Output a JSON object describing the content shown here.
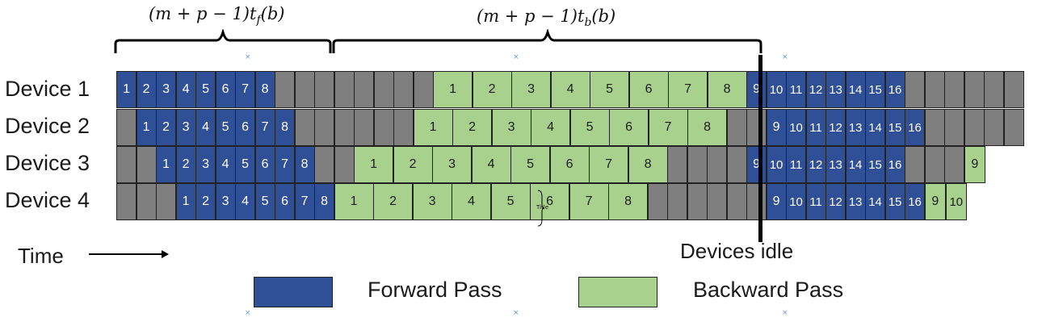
{
  "forward_label": "(m + p − 1)t",
  "forward_sub": "f",
  "forward_tail": "(b)",
  "backward_label": "(m + p − 1)t",
  "backward_sub": "b",
  "backward_tail": "(b)",
  "devices": [
    {
      "label": "Device 1",
      "cells": [
        {
          "t": "f",
          "n": "1"
        },
        {
          "t": "f",
          "n": "2"
        },
        {
          "t": "f",
          "n": "3"
        },
        {
          "t": "f",
          "n": "4"
        },
        {
          "t": "f",
          "n": "5"
        },
        {
          "t": "f",
          "n": "6"
        },
        {
          "t": "f",
          "n": "7"
        },
        {
          "t": "f",
          "n": "8"
        },
        {
          "t": "i",
          "n": ""
        },
        {
          "t": "i",
          "n": ""
        },
        {
          "t": "i",
          "n": ""
        },
        {
          "t": "i",
          "n": ""
        },
        {
          "t": "i",
          "n": ""
        },
        {
          "t": "i",
          "n": ""
        },
        {
          "t": "i",
          "n": ""
        },
        {
          "t": "i",
          "n": ""
        },
        {
          "t": "b",
          "n": "1"
        },
        {
          "t": "b",
          "n": "2"
        },
        {
          "t": "b",
          "n": "3"
        },
        {
          "t": "b",
          "n": "4"
        },
        {
          "t": "b",
          "n": "5"
        },
        {
          "t": "b",
          "n": "6"
        },
        {
          "t": "b",
          "n": "7"
        },
        {
          "t": "b",
          "n": "8"
        },
        {
          "t": "f",
          "n": "9"
        },
        {
          "t": "f",
          "n": "10"
        },
        {
          "t": "f",
          "n": "11"
        },
        {
          "t": "f",
          "n": "12"
        },
        {
          "t": "f",
          "n": "13"
        },
        {
          "t": "f",
          "n": "14"
        },
        {
          "t": "f",
          "n": "15"
        },
        {
          "t": "f",
          "n": "16"
        },
        {
          "t": "i",
          "n": ""
        },
        {
          "t": "i",
          "n": ""
        },
        {
          "t": "i",
          "n": ""
        },
        {
          "t": "i",
          "n": ""
        },
        {
          "t": "i",
          "n": ""
        },
        {
          "t": "i",
          "n": ""
        }
      ]
    },
    {
      "label": "Device 2",
      "cells": [
        {
          "t": "i",
          "n": ""
        },
        {
          "t": "f",
          "n": "1"
        },
        {
          "t": "f",
          "n": "2"
        },
        {
          "t": "f",
          "n": "3"
        },
        {
          "t": "f",
          "n": "4"
        },
        {
          "t": "f",
          "n": "5"
        },
        {
          "t": "f",
          "n": "6"
        },
        {
          "t": "f",
          "n": "7"
        },
        {
          "t": "f",
          "n": "8"
        },
        {
          "t": "i",
          "n": ""
        },
        {
          "t": "i",
          "n": ""
        },
        {
          "t": "i",
          "n": ""
        },
        {
          "t": "i",
          "n": ""
        },
        {
          "t": "i",
          "n": ""
        },
        {
          "t": "i",
          "n": ""
        },
        {
          "t": "b",
          "n": "1"
        },
        {
          "t": "b",
          "n": "2"
        },
        {
          "t": "b",
          "n": "3"
        },
        {
          "t": "b",
          "n": "4"
        },
        {
          "t": "b",
          "n": "5"
        },
        {
          "t": "b",
          "n": "6"
        },
        {
          "t": "b",
          "n": "7"
        },
        {
          "t": "b",
          "n": "8"
        },
        {
          "t": "i",
          "n": ""
        },
        {
          "t": "i",
          "n": ""
        },
        {
          "t": "f",
          "n": "9"
        },
        {
          "t": "f",
          "n": "10"
        },
        {
          "t": "f",
          "n": "11"
        },
        {
          "t": "f",
          "n": "12"
        },
        {
          "t": "f",
          "n": "13"
        },
        {
          "t": "f",
          "n": "14"
        },
        {
          "t": "f",
          "n": "15"
        },
        {
          "t": "f",
          "n": "16"
        },
        {
          "t": "i",
          "n": ""
        },
        {
          "t": "i",
          "n": ""
        },
        {
          "t": "i",
          "n": ""
        },
        {
          "t": "i",
          "n": ""
        },
        {
          "t": "i",
          "n": ""
        }
      ]
    },
    {
      "label": "Device 3",
      "cells": [
        {
          "t": "i",
          "n": ""
        },
        {
          "t": "i",
          "n": ""
        },
        {
          "t": "f",
          "n": "1"
        },
        {
          "t": "f",
          "n": "2"
        },
        {
          "t": "f",
          "n": "3"
        },
        {
          "t": "f",
          "n": "4"
        },
        {
          "t": "f",
          "n": "5"
        },
        {
          "t": "f",
          "n": "6"
        },
        {
          "t": "f",
          "n": "7"
        },
        {
          "t": "f",
          "n": "8"
        },
        {
          "t": "i",
          "n": ""
        },
        {
          "t": "i",
          "n": ""
        },
        {
          "t": "b",
          "n": "1"
        },
        {
          "t": "b",
          "n": "2"
        },
        {
          "t": "b",
          "n": "3"
        },
        {
          "t": "b",
          "n": "4"
        },
        {
          "t": "b",
          "n": "5"
        },
        {
          "t": "b",
          "n": "6"
        },
        {
          "t": "b",
          "n": "7"
        },
        {
          "t": "b",
          "n": "8"
        },
        {
          "t": "i",
          "n": ""
        },
        {
          "t": "i",
          "n": ""
        },
        {
          "t": "i",
          "n": ""
        },
        {
          "t": "i",
          "n": ""
        },
        {
          "t": "f",
          "n": "9"
        },
        {
          "t": "f",
          "n": "10"
        },
        {
          "t": "f",
          "n": "11"
        },
        {
          "t": "f",
          "n": "12"
        },
        {
          "t": "f",
          "n": "13"
        },
        {
          "t": "f",
          "n": "14"
        },
        {
          "t": "f",
          "n": "15"
        },
        {
          "t": "f",
          "n": "16"
        },
        {
          "t": "i",
          "n": ""
        },
        {
          "t": "i",
          "n": ""
        },
        {
          "t": "i",
          "n": ""
        },
        {
          "t": "b",
          "n": "9"
        }
      ]
    },
    {
      "label": "Device 4",
      "cells": [
        {
          "t": "i",
          "n": ""
        },
        {
          "t": "i",
          "n": ""
        },
        {
          "t": "i",
          "n": ""
        },
        {
          "t": "f",
          "n": "1"
        },
        {
          "t": "f",
          "n": "2"
        },
        {
          "t": "f",
          "n": "3"
        },
        {
          "t": "f",
          "n": "4"
        },
        {
          "t": "f",
          "n": "5"
        },
        {
          "t": "f",
          "n": "6"
        },
        {
          "t": "f",
          "n": "7"
        },
        {
          "t": "f",
          "n": "8"
        },
        {
          "t": "b",
          "n": "1"
        },
        {
          "t": "b",
          "n": "2"
        },
        {
          "t": "b",
          "n": "3"
        },
        {
          "t": "b",
          "n": "4"
        },
        {
          "t": "b",
          "n": "5"
        },
        {
          "t": "b",
          "n": "6"
        },
        {
          "t": "b",
          "n": "7"
        },
        {
          "t": "b",
          "n": "8"
        },
        {
          "t": "i",
          "n": ""
        },
        {
          "t": "i",
          "n": ""
        },
        {
          "t": "i",
          "n": ""
        },
        {
          "t": "i",
          "n": ""
        },
        {
          "t": "i",
          "n": ""
        },
        {
          "t": "i",
          "n": ""
        },
        {
          "t": "f",
          "n": "9"
        },
        {
          "t": "f",
          "n": "10"
        },
        {
          "t": "f",
          "n": "11"
        },
        {
          "t": "f",
          "n": "12"
        },
        {
          "t": "f",
          "n": "13"
        },
        {
          "t": "f",
          "n": "14"
        },
        {
          "t": "f",
          "n": "15"
        },
        {
          "t": "f",
          "n": "16"
        },
        {
          "t": "b",
          "n": "9"
        },
        {
          "t": "b",
          "n": "10"
        }
      ]
    }
  ],
  "time_label": "Time",
  "idle_label": "Devices idle",
  "legend": [
    {
      "label": "Forward Pass",
      "color": "#2f4f96"
    },
    {
      "label": "Backward Pass",
      "color": "#a9d18e"
    }
  ],
  "colors": {
    "forward": "#2f4f96",
    "backward": "#a9d18e",
    "idle": "#7f7f7f"
  },
  "tiny_mark": "Title",
  "marker_glyph": "×"
}
